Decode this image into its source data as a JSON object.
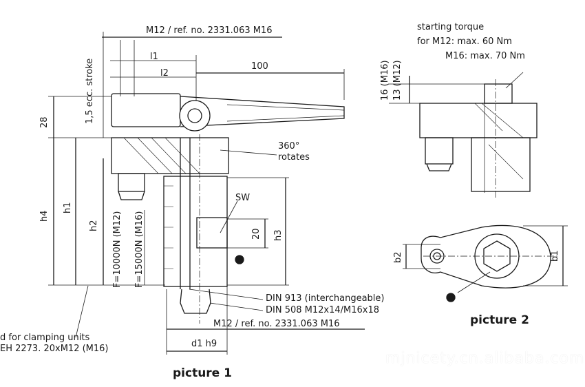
{
  "picture1": {
    "top_dim": "M12 / ref. no. 2331.063 M16",
    "l1": "l1",
    "l2": "l2",
    "len100": "100",
    "ecc": "1,5 ecc. stroke",
    "dim28": "28",
    "h4": "h4",
    "h1": "h1",
    "h2": "h2",
    "h3": "h3",
    "rotates_line1": "360°",
    "rotates_line2": "rotates",
    "sw": "SW",
    "dim20": "20",
    "force_m12": "F=10000N (M12)",
    "force_m16": "F=15000N (M16)",
    "din913": "DIN 913 (interchangeable)",
    "din508": "DIN 508 M12x14/M16x18",
    "bottom_dim": "M12 / ref. no. 2331.063 M16",
    "d1": "d1 h9",
    "clamp_line1": "d for clamping units",
    "clamp_line2": "EH 2273.  20xM12 (M16)",
    "caption": "picture 1"
  },
  "picture2": {
    "torque_title": "starting torque",
    "torque_m12": "for   M12: max. 60 Nm",
    "torque_m16": "M16: max. 70 Nm",
    "dim16": "16 (M16)",
    "dim13": "13 (M12)",
    "b2": "b2",
    "b1": "b1",
    "caption": "picture 2"
  },
  "watermark": "mjnicety.cn.alibaba.com"
}
